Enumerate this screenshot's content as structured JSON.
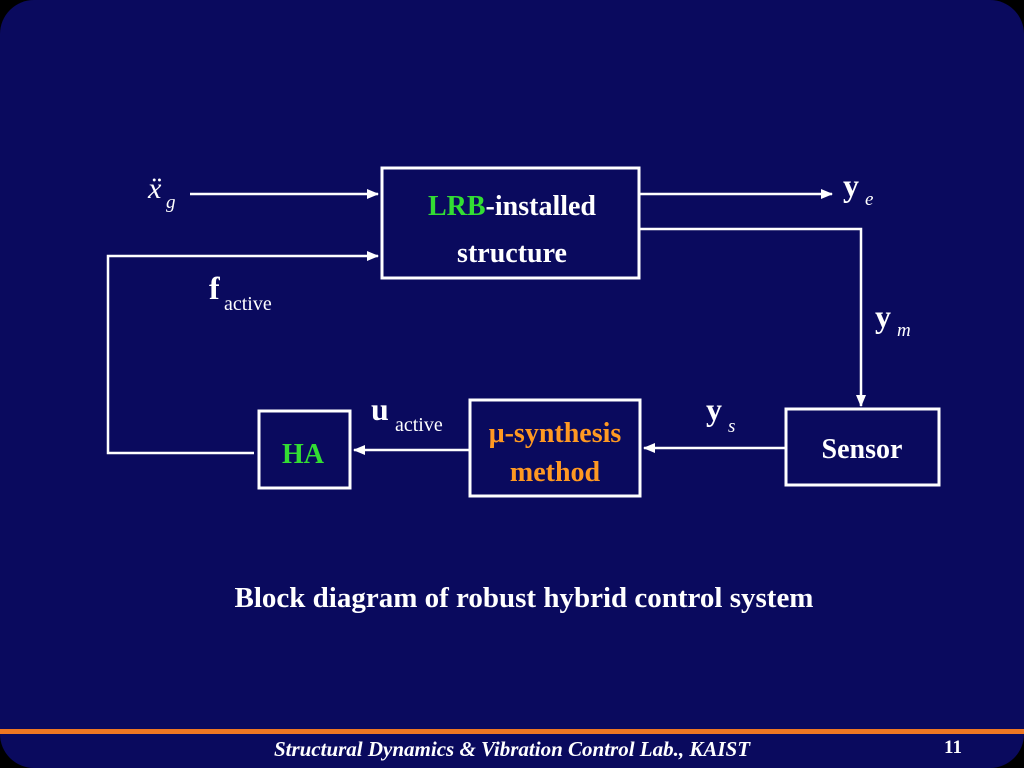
{
  "colors": {
    "background": "#0a0a5e",
    "line": "#ffffff",
    "lrb_accent": "#33dd33",
    "ha_accent": "#33dd33",
    "mu_accent": "#ff9922",
    "footer_rule": "#ee7722"
  },
  "diagram": {
    "nodes": {
      "lrb": {
        "accent": "LRB",
        "rest": "-installed",
        "line2": "structure"
      },
      "ha": {
        "label": "HA"
      },
      "mu": {
        "line1": "μ-synthesis",
        "line2": "method"
      },
      "sensor": {
        "label": "Sensor"
      }
    },
    "signals": {
      "xg": {
        "base": "ẍ",
        "sub": "g"
      },
      "ye": {
        "base": "y",
        "sub": "e"
      },
      "ym": {
        "base": "y",
        "sub": "m"
      },
      "ys": {
        "base": "y",
        "sub": "s"
      },
      "f_active": {
        "base": "f",
        "sub": "active"
      },
      "u_active": {
        "base": "u",
        "sub": "active"
      }
    }
  },
  "caption": "Block diagram of robust hybrid control system",
  "footer": {
    "text": "Structural Dynamics & Vibration Control Lab., KAIST",
    "page_number": "11"
  }
}
